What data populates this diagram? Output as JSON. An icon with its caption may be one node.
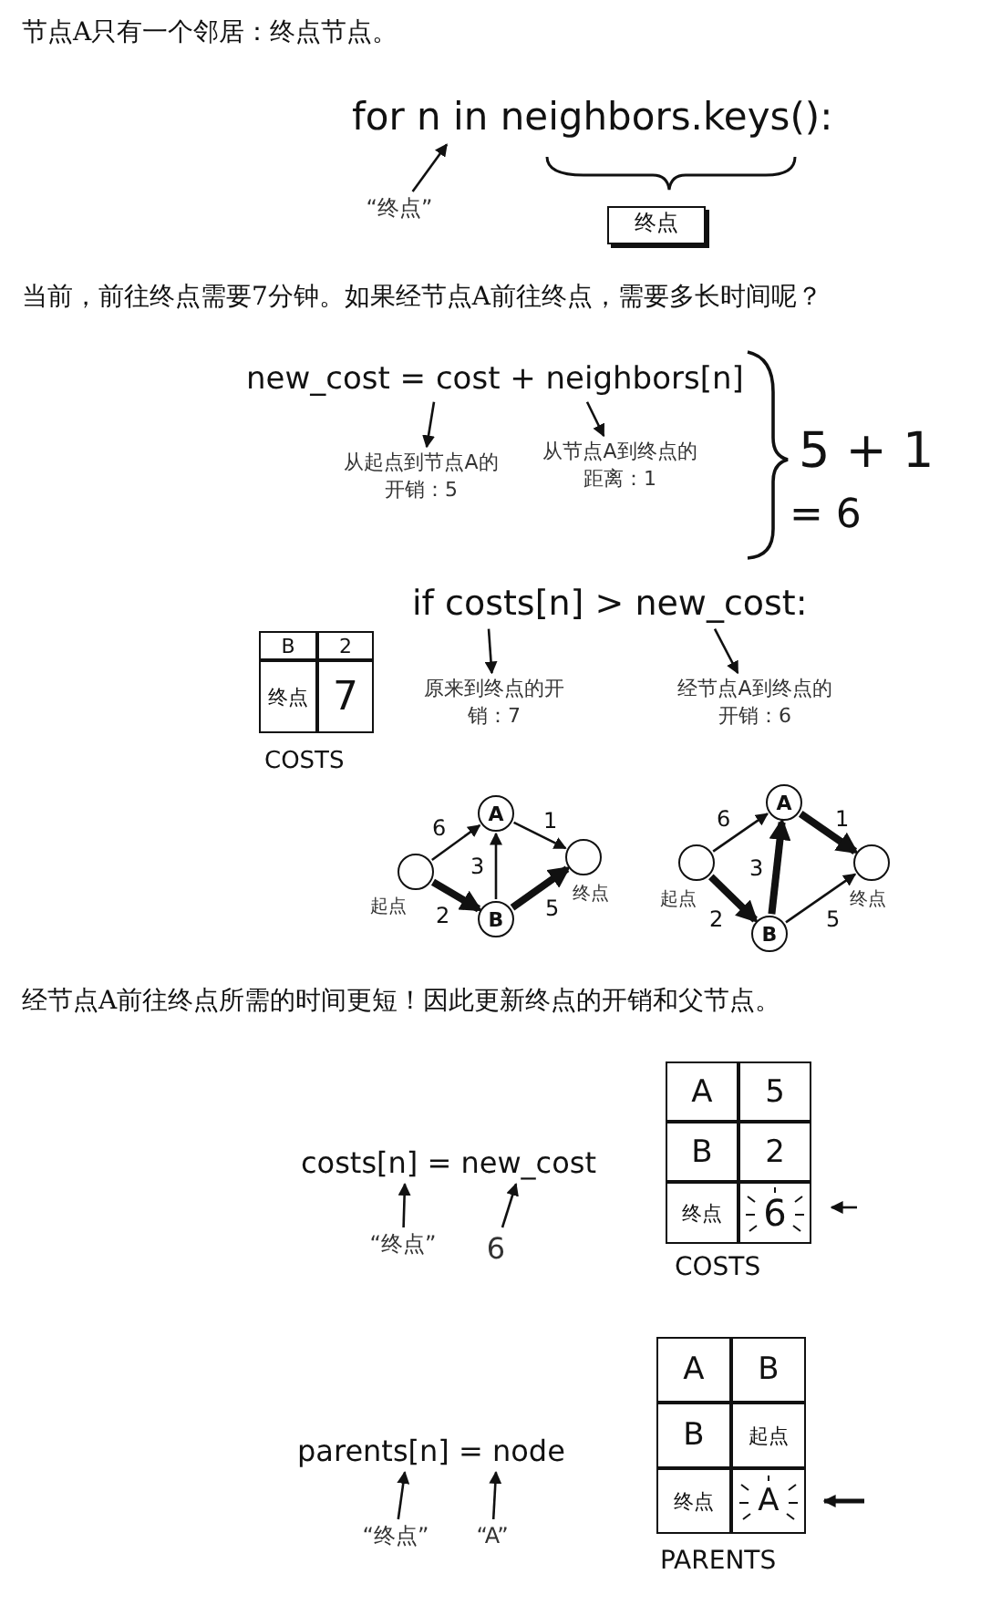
{
  "diagram": {
    "nodes": [
      {
        "text": [
          "for n in neighbors.keys():"
        ]
      },
      {
        "text": [
          "终点"
        ]
      },
      {
        "text": [
          "“终点”"
        ]
      },
      {
        "text": [
          "new_cost = cost + neighbors[n]"
        ]
      },
      {
        "text": [
          "从起点到节点A的开销：5"
        ]
      },
      {
        "text": [
          "从节点A到终点的距离：1"
        ]
      },
      {
        "text": [
          "if costs[n] > new_cost:"
        ]
      },
      {
        "text": [
          "原来到终点的开销：7"
        ]
      },
      {
        "text": [
          "经节点A到终点的开销：6"
        ]
      },
      {
        "text": [],
        "shape": "circle",
        "beside": [
          "起点"
        ]
      },
      {
        "text": [
          "A"
        ]
      },
      {
        "text": [
          "B"
        ]
      },
      {
        "text": [],
        "shape": "circle",
        "beside": [
          "终点"
        ]
      },
      {
        "text": [],
        "shape": "circle",
        "beside": [
          "起点"
        ]
      },
      {
        "text": [
          "A"
        ]
      },
      {
        "text": [
          "B"
        ]
      },
      {
        "text": [],
        "shape": "circle",
        "beside": [
          "终点"
        ]
      },
      {
        "text": [
          "costs[n] = new_cost"
        ]
      },
      {
        "text": [
          "“终点”"
        ]
      },
      {
        "text": [
          "6"
        ]
      },
      {
        "text": [
          "parents[n] = node"
        ]
      },
      {
        "text": [
          "“终点”"
        ]
      },
      {
        "text": [
          "“A”"
        ]
      }
    ],
    "edges": [
      {
        "from": 2,
        "to": 0,
        "arrow": "to"
      },
      {
        "from": 3,
        "to": 4,
        "arrow": "to"
      },
      {
        "from": 3,
        "to": 5,
        "arrow": "to"
      },
      {
        "from": 6,
        "to": 7,
        "arrow": "to"
      },
      {
        "from": 6,
        "to": 8,
        "arrow": "to"
      },
      {
        "from": 9,
        "to": 10,
        "arrow": "to",
        "label": "6"
      },
      {
        "from": 9,
        "to": 11,
        "arrow": "to",
        "label": "2",
        "style": "thick"
      },
      {
        "from": 11,
        "to": 10,
        "arrow": "to",
        "label": "3"
      },
      {
        "from": 10,
        "to": 12,
        "arrow": "to",
        "label": "1"
      },
      {
        "from": 11,
        "to": 12,
        "arrow": "to",
        "label": "5",
        "style": "thick"
      },
      {
        "from": 13,
        "to": 14,
        "arrow": "to",
        "label": "6"
      },
      {
        "from": 13,
        "to": 15,
        "arrow": "to",
        "label": "2",
        "style": "thick"
      },
      {
        "from": 15,
        "to": 14,
        "arrow": "to",
        "label": "3",
        "style": "thick"
      },
      {
        "from": 14,
        "to": 16,
        "arrow": "to",
        "label": "1",
        "style": "thick"
      },
      {
        "from": 15,
        "to": 16,
        "arrow": "to",
        "label": "5"
      },
      {
        "from": 18,
        "to": 17,
        "arrow": "to"
      },
      {
        "from": 19,
        "to": 17,
        "arrow": "to"
      },
      {
        "from": 21,
        "to": 20,
        "arrow": "to"
      },
      {
        "from": 22,
        "to": 20,
        "arrow": "to"
      }
    ],
    "labels": [
      "节点A只有一个邻居：终点节点。",
      "当前，前往终点需要7分钟。如果经节点A前往终点，需要多长时间呢？",
      "5 + 1",
      "= 6",
      "B",
      "2",
      "终点",
      "7",
      "COSTS",
      "经节点A前往终点所需的时间更短！因此更新终点的开销和父节点。",
      "A",
      "5",
      "B",
      "2",
      "终点",
      "6",
      "COSTS",
      "A",
      "B",
      "B",
      "起点",
      "终点",
      "A",
      "PARENTS"
    ]
  }
}
